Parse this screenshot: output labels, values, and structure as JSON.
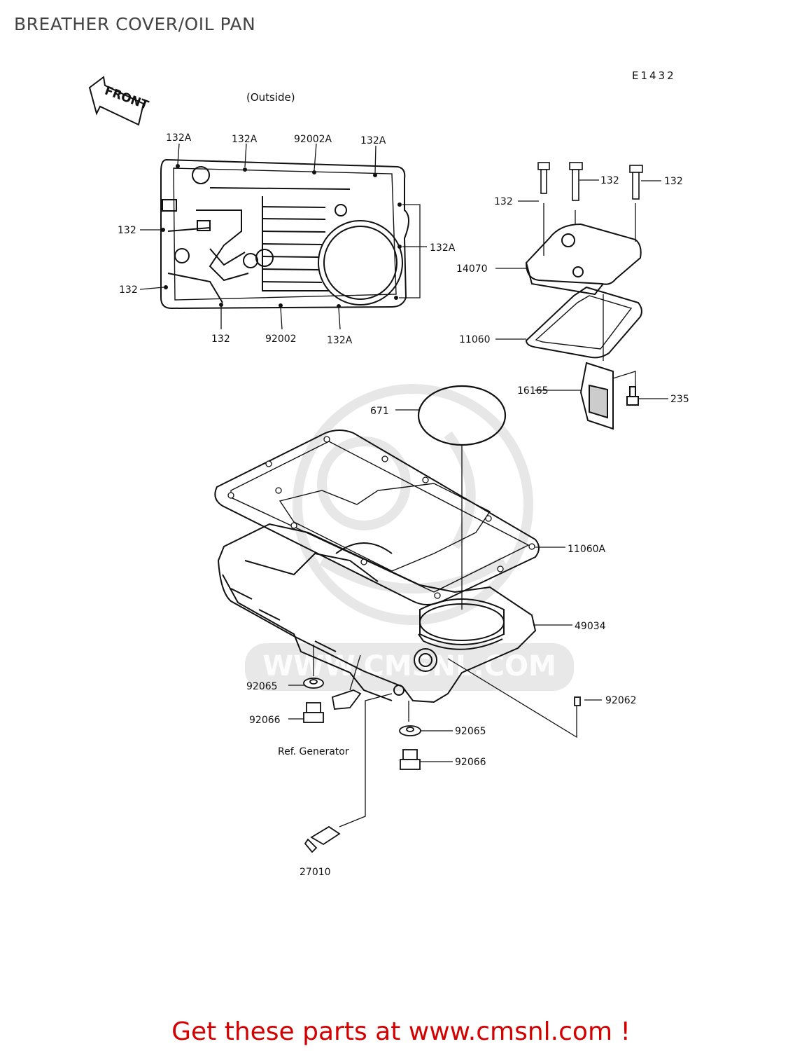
{
  "title": "BREATHER COVER/OIL PAN",
  "diagram_code": "E1432",
  "front_label": "FRONT",
  "view_label": "(Outside)",
  "watermark_text": "WWW.CMSNL.COM",
  "callouts": {
    "c132A_a": "132A",
    "c132A_b": "132A",
    "c92002A": "92002A",
    "c132A_c": "132A",
    "c132_left1": "132",
    "c132A_right": "132A",
    "c132_left2": "132",
    "c132_bot": "132",
    "c92002_bot": "92002",
    "c132A_bot": "132A",
    "c132_b1": "132",
    "c132_b2": "132",
    "c132_b3": "132",
    "c14070": "14070",
    "c11060": "11060",
    "c16165": "16165",
    "c235": "235",
    "c671": "671",
    "c11060A": "11060A",
    "c49034": "49034",
    "c92065_l": "92065",
    "c92066_l": "92066",
    "ref_generator": "Ref. Generator",
    "c92062": "92062",
    "c92065_r": "92065",
    "c92066_r": "92066",
    "c27010": "27010"
  },
  "footer": "Get these parts at www.cmsnl.com !",
  "colors": {
    "line": "#111111",
    "footer": "#d40000",
    "watermark": "#cccccc"
  }
}
